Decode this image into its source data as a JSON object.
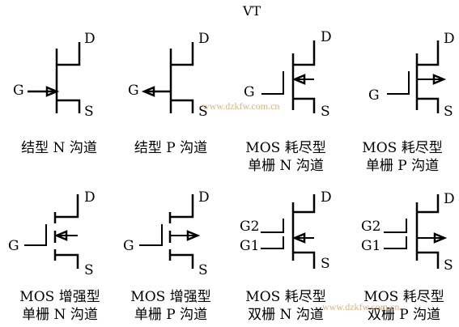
{
  "title": "VT",
  "watermark": "www.dzkfw.com.cn",
  "symbols": [
    {
      "pins": {
        "g": "G",
        "d": "D",
        "s": "S"
      },
      "caption": [
        "结型 N 沟道"
      ]
    },
    {
      "pins": {
        "g": "G",
        "d": "D",
        "s": "S"
      },
      "caption": [
        "结型 P 沟道"
      ]
    },
    {
      "pins": {
        "g": "G",
        "d": "D",
        "s": "S"
      },
      "caption": [
        "MOS 耗尽型",
        "单栅 N 沟道"
      ]
    },
    {
      "pins": {
        "g": "G",
        "d": "D",
        "s": "S"
      },
      "caption": [
        "MOS 耗尽型",
        "单栅 P 沟道"
      ]
    },
    {
      "pins": {
        "g": "G",
        "d": "D",
        "s": "S"
      },
      "caption": [
        "MOS 增强型",
        "单栅  N 沟道"
      ]
    },
    {
      "pins": {
        "g": "G",
        "d": "D",
        "s": "S"
      },
      "caption": [
        "MOS 增强型",
        "单栅 P 沟道"
      ]
    },
    {
      "pins": {
        "g1": "G1",
        "g2": "G2",
        "d": "D",
        "s": "S"
      },
      "caption": [
        "MOS 耗尽型",
        "双栅 N 沟道"
      ]
    },
    {
      "pins": {
        "g1": "G1",
        "g2": "G2",
        "d": "D",
        "s": "S"
      },
      "caption": [
        "MOS 耗尽型",
        "双栅 P 沟道"
      ]
    }
  ]
}
